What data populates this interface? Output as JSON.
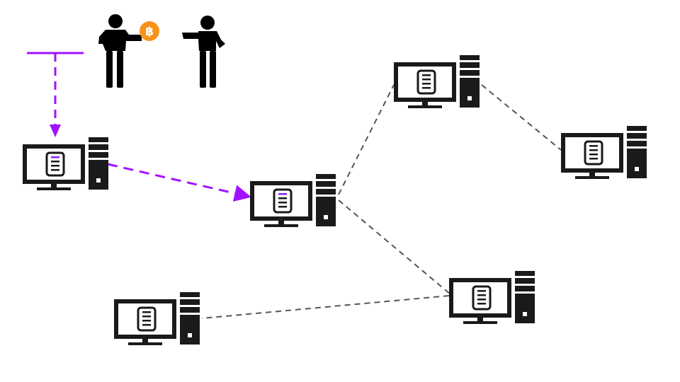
{
  "colors": {
    "background": "#ffffff",
    "computer": "#1a1a1a",
    "screen": "#ffffff",
    "document_accent": "#8a1dfa",
    "broadcast_line": "#a012ff",
    "peer_line": "#555555",
    "coin": "#f7931a",
    "coin_symbol": "#ffffff"
  },
  "icons": {
    "transaction_people": [
      "person-icon",
      "bitcoin-coin-icon",
      "person-icon"
    ],
    "node": [
      "computer-monitor-icon",
      "document-icon",
      "tower-icon"
    ]
  },
  "coin_symbol": "฿",
  "nodes": [
    {
      "id": "origin",
      "has_transaction": true
    },
    {
      "id": "relay",
      "has_transaction": true
    },
    {
      "id": "top",
      "has_transaction": false
    },
    {
      "id": "right",
      "has_transaction": false
    },
    {
      "id": "lower-right",
      "has_transaction": false
    },
    {
      "id": "lower-left",
      "has_transaction": false
    }
  ],
  "edges": [
    {
      "from": "origin",
      "to": "relay",
      "style": "broadcast",
      "arrow": true
    },
    {
      "from": "relay",
      "to": "top",
      "style": "peer",
      "arrow": false
    },
    {
      "from": "top",
      "to": "right",
      "style": "peer",
      "arrow": false
    },
    {
      "from": "relay",
      "to": "lower-right",
      "style": "peer",
      "arrow": false
    },
    {
      "from": "lower-right",
      "to": "lower-left",
      "style": "peer",
      "arrow": false
    }
  ]
}
